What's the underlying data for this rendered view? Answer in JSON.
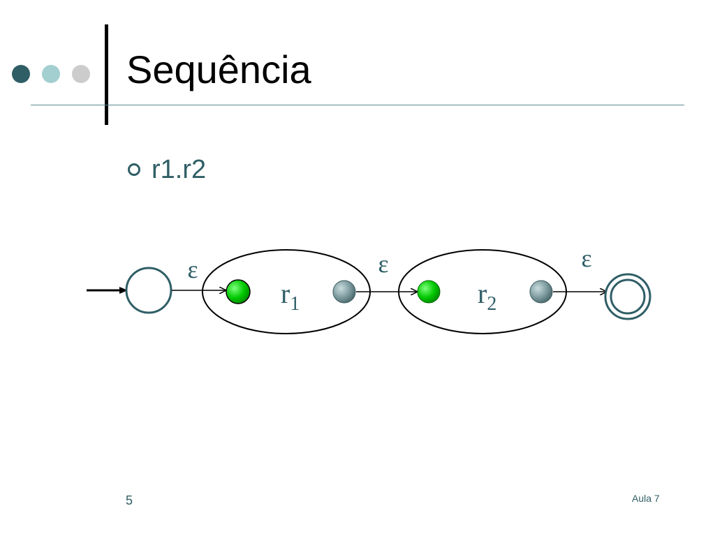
{
  "slide": {
    "title": "Sequência",
    "bullet": "r1.r2",
    "page_number": "5",
    "footer_label": "Aula 7"
  },
  "diagram": {
    "epsilon_symbol": "ε",
    "box1": {
      "base": "r",
      "sub": "1"
    },
    "box2": {
      "base": "r",
      "sub": "2"
    }
  },
  "colors": {
    "accent_dark": "#2f5e66",
    "accent_light": "#a3cfd1",
    "accent_gray": "#cccccc",
    "start_state_fill": "#00cc00",
    "end_state_fill": "#6e8f94"
  }
}
